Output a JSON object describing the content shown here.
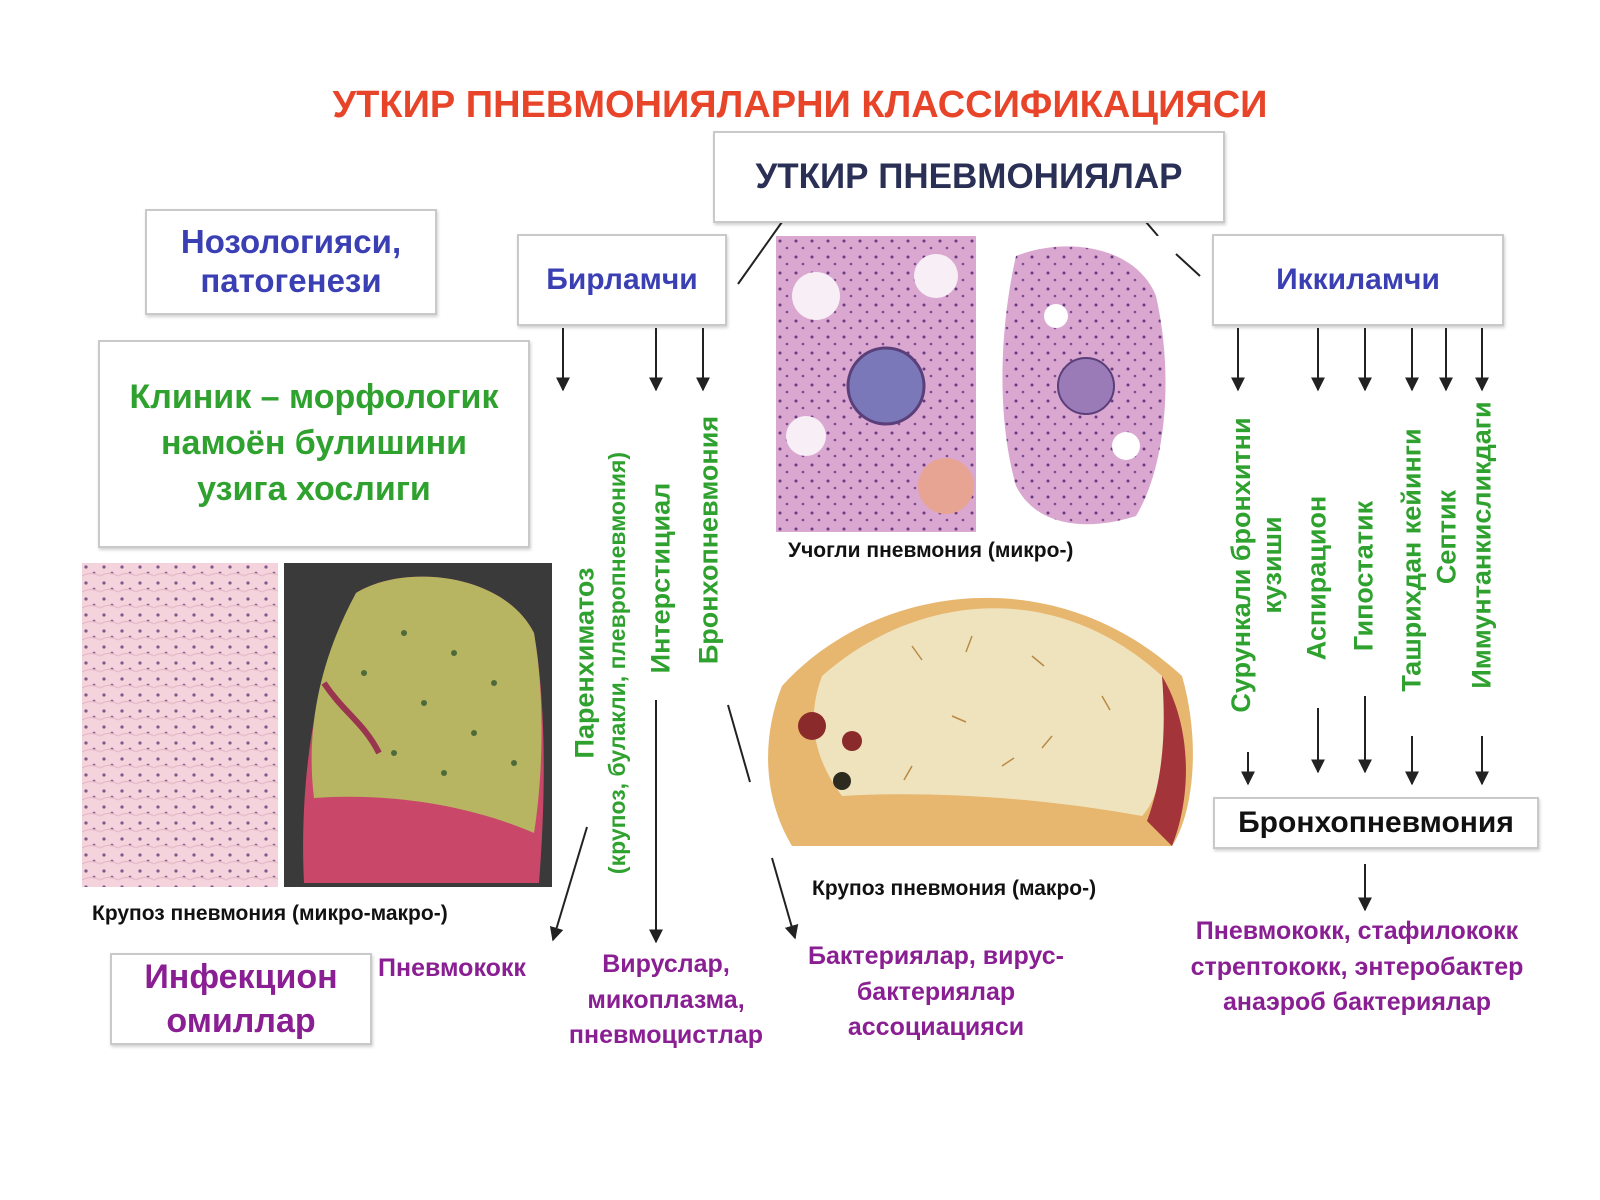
{
  "title": "УТКИР ПНЕВМОНИЯЛАРНИ КЛАССИФИКАЦИЯСИ",
  "root": "УТКИР ПНЕВМОНИЯЛАР",
  "left": {
    "nosology": [
      "Нозологияси,",
      "патогенези"
    ],
    "clinical": [
      "Клиник – морфологик",
      "намоён булишини",
      "узига хослиги"
    ],
    "infectious": [
      "Инфекцион",
      "омиллар"
    ]
  },
  "primary": {
    "label": "Бирламчи",
    "types": {
      "parenchymal": "Паренхиматоз",
      "parenchymal_sub": "(крупоз, булакли, плевропневмония)",
      "interstitial": "Интерстициал",
      "broncho": "Бронхопневмония"
    }
  },
  "secondary": {
    "label": "Иккиламчи",
    "types": {
      "chronic_bronchitis": [
        "Сурункали бронхитни",
        "кузиши"
      ],
      "aspiration": "Аспирацион",
      "hypostatic": "Гипостатик",
      "post_surgical": "Ташрихдан кейинги",
      "septic": "Септик",
      "immunodeficiency": "Иммунтанкисликдаги"
    },
    "result": "Бронхопневмония"
  },
  "agents": {
    "pneumococcus": "Пневмококк",
    "viruses": [
      "Вируслар,",
      "микоплазма,",
      "пневмоцистлар"
    ],
    "bacteria": [
      "Бактериялар, вирус-",
      "бактериялар",
      "ассоциацияси"
    ],
    "secondary": [
      "Пневмококк, стафилококк",
      "стрептококк, энтеробактер",
      "анаэроб бактериялар"
    ]
  },
  "captions": {
    "focal_micro": "Учогли пневмония (микро-)",
    "lobar_macro": "Крупоз пневмония (макро-)",
    "lobar_micro_macro": "Крупоз  пневмония (микро-макро-)"
  },
  "colors": {
    "title": "#e8442a",
    "blue": "#3b3fb4",
    "green": "#2ea12e",
    "purple": "#8a1f93",
    "dark": "#2a2f55"
  }
}
